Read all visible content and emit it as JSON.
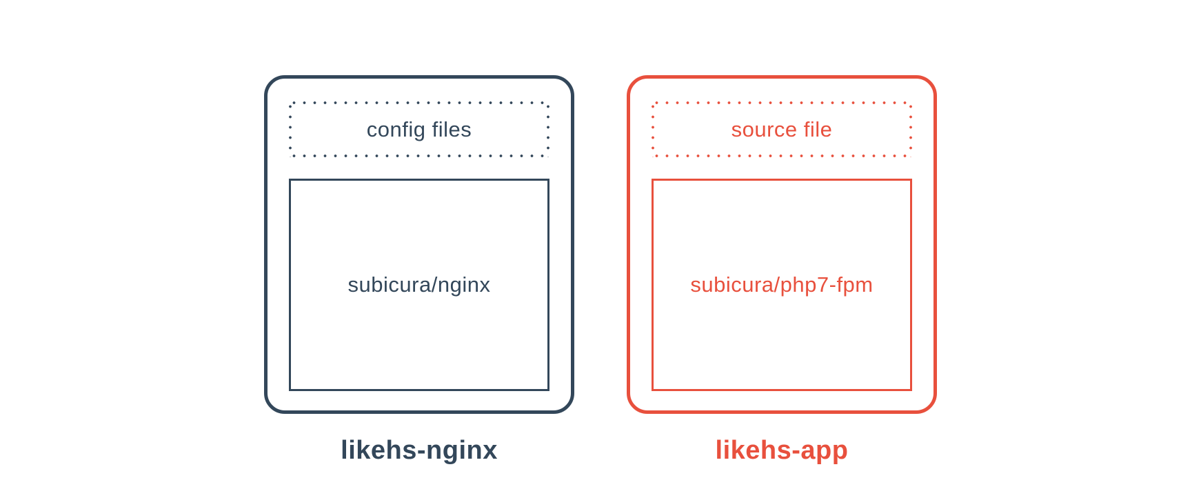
{
  "diagram": {
    "description_colors": {
      "nginx_accent": "#33475a",
      "app_accent": "#e8503d",
      "background": "#ffffff"
    },
    "containers": [
      {
        "name": "likehs-nginx",
        "mount_label": "config files",
        "image_label": "subicura/nginx",
        "accent_color": "#33475a"
      },
      {
        "name": "likehs-app",
        "mount_label": "source file",
        "image_label": "subicura/php7-fpm",
        "accent_color": "#e8503d"
      }
    ]
  }
}
